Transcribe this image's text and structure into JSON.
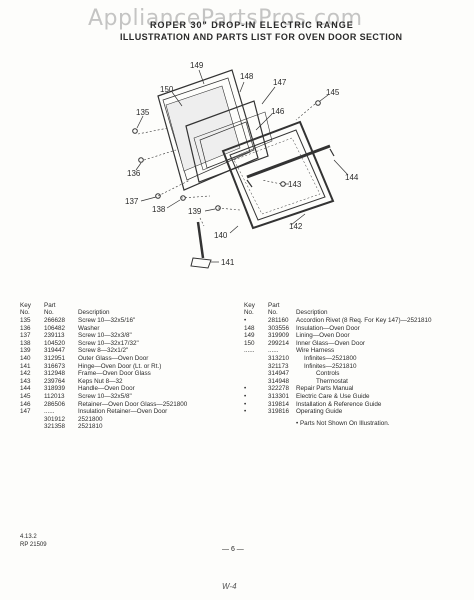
{
  "watermark": "AppliancePartsPros.com",
  "header": {
    "line1": "ROPER 30\" DROP-IN ELECTRIC RANGE",
    "line2": "ILLUSTRATION AND PARTS LIST FOR OVEN DOOR SECTION"
  },
  "callouts": [
    "149",
    "148",
    "147",
    "150",
    "135",
    "146",
    "145",
    "136",
    "143",
    "144",
    "137",
    "138",
    "139",
    "142",
    "140",
    "141"
  ],
  "table_headers": {
    "key_line1": "Key",
    "key_line2": "No.",
    "part_line1": "Part",
    "part_line2": "No.",
    "description": "Description"
  },
  "left_rows": [
    {
      "key": "135",
      "part": "266628",
      "desc": "Screw 10—32x5/16\""
    },
    {
      "key": "136",
      "part": "106482",
      "desc": "Washer"
    },
    {
      "key": "137",
      "part": "239113",
      "desc": "Screw 10—32x3/8\""
    },
    {
      "key": "138",
      "part": "104520",
      "desc": "Screw 10—32x17/32\""
    },
    {
      "key": "139",
      "part": "319447",
      "desc": "Screw 8—32x1/2\""
    },
    {
      "key": "140",
      "part": "312951",
      "desc": "Outer Glass—Oven Door"
    },
    {
      "key": "141",
      "part": "316673",
      "desc": "Hinge—Oven Door (Lt. or Rt.)"
    },
    {
      "key": "142",
      "part": "312948",
      "desc": "Frame—Oven Door Glass"
    },
    {
      "key": "143",
      "part": "239764",
      "desc": "Keps Nut 8—32"
    },
    {
      "key": "144",
      "part": "318939",
      "desc": "Handle—Oven Door"
    },
    {
      "key": "145",
      "part": "112013",
      "desc": "Screw 10—32x5/8\""
    },
    {
      "key": "146",
      "part": "286506",
      "desc": "Retainer—Oven Door Glass—2521800"
    },
    {
      "key": "147",
      "part": "......",
      "desc": "Insulation Retainer—Oven Door"
    },
    {
      "key": "",
      "part": "301912",
      "desc": "2521800"
    },
    {
      "key": "",
      "part": "321358",
      "desc": "2521810"
    }
  ],
  "right_rows": [
    {
      "key": "•",
      "part": "281160",
      "desc": "Accordion Rivet (8 Req. For Key 147)—2521810",
      "indent": 0
    },
    {
      "key": "148",
      "part": "303556",
      "desc": "Insulation—Oven Door",
      "indent": 0
    },
    {
      "key": "149",
      "part": "319909",
      "desc": "Lining—Oven Door",
      "indent": 0
    },
    {
      "key": "150",
      "part": "299214",
      "desc": "Inner Glass—Oven Door",
      "indent": 0
    },
    {
      "key": "......",
      "part": "......",
      "desc": "Wire Harness",
      "indent": 0
    },
    {
      "key": "",
      "part": "313210",
      "desc": "Infinites—2521800",
      "indent": 1
    },
    {
      "key": "",
      "part": "321173",
      "desc": "Infinites—2521810",
      "indent": 1
    },
    {
      "key": "",
      "part": "314947",
      "desc": "Controls",
      "indent": 2
    },
    {
      "key": "",
      "part": "314948",
      "desc": "Thermostat",
      "indent": 2
    },
    {
      "key": "•",
      "part": "322278",
      "desc": "Repair Parts Manual",
      "indent": 0
    },
    {
      "key": "•",
      "part": "313301",
      "desc": "Electric Care & Use Guide",
      "indent": 0
    },
    {
      "key": "•",
      "part": "319814",
      "desc": "Installation & Reference Guide",
      "indent": 0
    },
    {
      "key": "•",
      "part": "319816",
      "desc": "Operating Guide",
      "indent": 0
    }
  ],
  "note": "•  Parts Not Shown On Illustration.",
  "footer": {
    "code1": "4.13.2",
    "code2": "RP 21509",
    "page": "— 6 —",
    "signature": "W-4"
  }
}
